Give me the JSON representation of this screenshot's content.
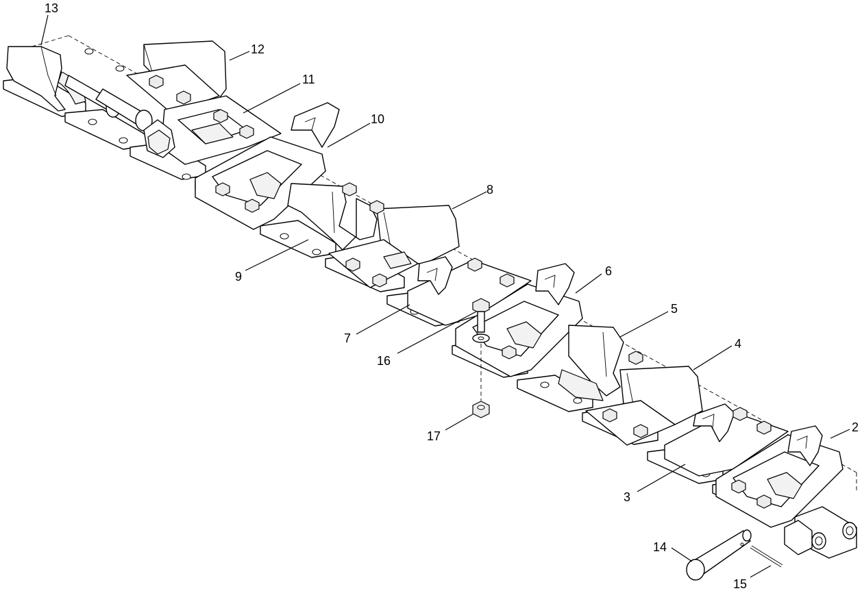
{
  "callouts": [
    {
      "id": "2",
      "label": "2"
    },
    {
      "id": "3",
      "label": "3"
    },
    {
      "id": "4",
      "label": "4"
    },
    {
      "id": "5",
      "label": "5"
    },
    {
      "id": "6",
      "label": "6"
    },
    {
      "id": "7",
      "label": "7"
    },
    {
      "id": "8",
      "label": "8"
    },
    {
      "id": "9",
      "label": "9"
    },
    {
      "id": "10",
      "label": "10"
    },
    {
      "id": "11",
      "label": "11"
    },
    {
      "id": "12",
      "label": "12"
    },
    {
      "id": "13",
      "label": "13"
    },
    {
      "id": "14",
      "label": "14"
    },
    {
      "id": "15",
      "label": "15"
    },
    {
      "id": "16",
      "label": "16"
    },
    {
      "id": "17",
      "label": "17"
    }
  ]
}
